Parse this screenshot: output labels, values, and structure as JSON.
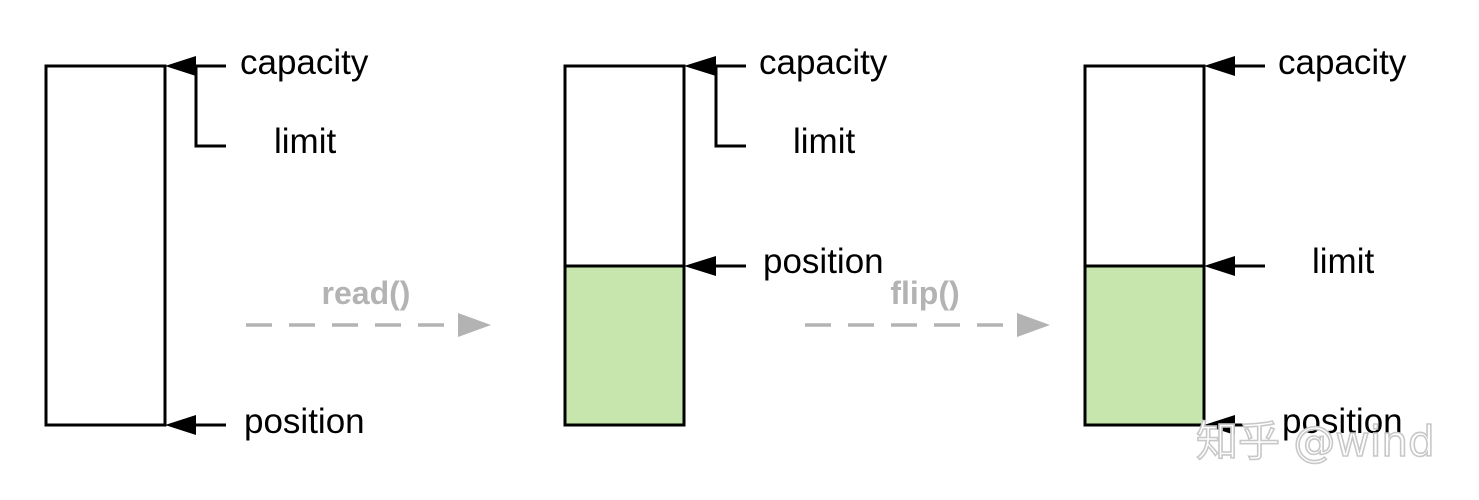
{
  "colors": {
    "filled": "#c6e6ad",
    "stroke": "#000000",
    "operation": "#b3b3b3"
  },
  "states": [
    {
      "fill_fraction": 0,
      "labels": {
        "capacity": "capacity",
        "limit": "limit",
        "position": "position"
      }
    },
    {
      "fill_fraction": 0.444,
      "labels": {
        "capacity": "capacity",
        "limit": "limit",
        "position": "position"
      }
    },
    {
      "fill_fraction": 0.444,
      "labels": {
        "capacity": "capacity",
        "limit": "limit",
        "position": "position"
      }
    }
  ],
  "operations": [
    {
      "label": "read()"
    },
    {
      "label": "flip()"
    }
  ],
  "watermark": "知乎 @wind"
}
